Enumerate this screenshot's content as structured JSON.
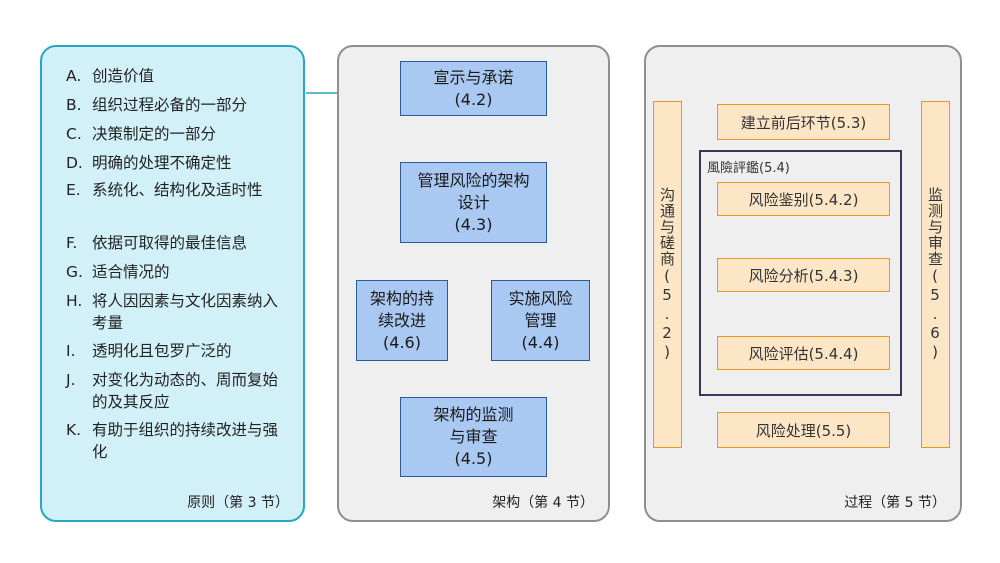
{
  "principles": {
    "items": [
      {
        "letter": "A.",
        "text": "创造价值"
      },
      {
        "letter": "B.",
        "text": "组织过程必备的一部分"
      },
      {
        "letter": "C.",
        "text": "决策制定的一部分"
      },
      {
        "letter": "D.",
        "text": "明确的处理不确定性"
      },
      {
        "letter": "E.",
        "text": "系统化、结构化及适时性"
      },
      {
        "letter": "F.",
        "text": "依据可取得的最佳信息"
      },
      {
        "letter": "G.",
        "text": "适合情况的"
      },
      {
        "letter": "H.",
        "text": "将人因因素与文化因素纳入考量"
      },
      {
        "letter": "I.",
        "text": "透明化且包罗广泛的"
      },
      {
        "letter": "J.",
        "text": "对变化为动态的、周而复始的及其反应"
      },
      {
        "letter": "K.",
        "text": "有助于组织的持续改进与强化"
      }
    ],
    "caption": "原则（第 3 节）"
  },
  "framework": {
    "caption": "架构（第 4 节）",
    "mandate": {
      "title": "宣示与承诺",
      "num": "(4.2)"
    },
    "design": {
      "title1": "管理风险的架构",
      "title2": "设计",
      "num": "(4.3)"
    },
    "implement": {
      "title1": "实施风险",
      "title2": "管理",
      "num": "(4.4)"
    },
    "monitor": {
      "title1": "架构的监测",
      "title2": "与审查",
      "num": "(4.5)"
    },
    "improve": {
      "title1": "架构的持",
      "title2": "续改进",
      "num": "(4.6)"
    }
  },
  "process": {
    "caption": "过程（第 5 节）",
    "context": "建立前后环节(5.3)",
    "assessment_label": "風險評鑑(5.4)",
    "identification": "风险鉴别(5.4.2)",
    "analysis": "风险分析(5.4.3)",
    "evaluation": "风险评估(5.4.4)",
    "treatment": "风险处理(5.5)",
    "communication": "沟通与磋商(5.2)",
    "monitoring": "监测与审查(5.6)"
  },
  "colors": {
    "principles_fill": "#d2f0f8",
    "principles_border": "#27a7c2",
    "framework_box": "#a9c8f2",
    "framework_line": "#1f3f86",
    "process_box": "#fde6c6",
    "process_line": "#e8952a"
  }
}
